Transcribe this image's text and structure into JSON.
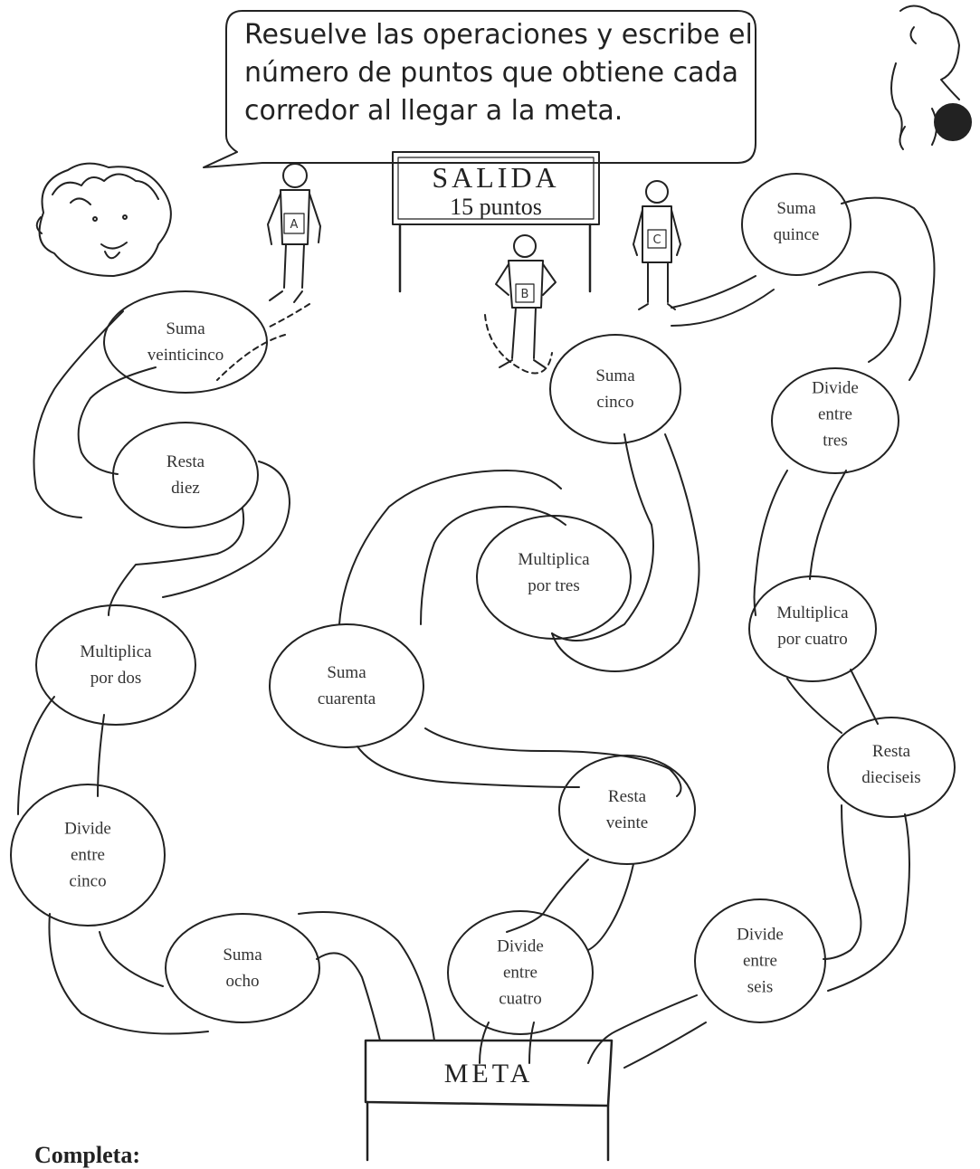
{
  "instruction": {
    "lines": [
      "Resuelve las operaciones y escribe el",
      "número de puntos que obtiene cada",
      "corredor al llegar a la meta."
    ]
  },
  "start": {
    "line1": "SALIDA",
    "line2": "15 puntos"
  },
  "finish": {
    "label": "META"
  },
  "runners": [
    "A",
    "B",
    "C"
  ],
  "operations": [
    {
      "id": "suma-veinticinco",
      "lines": [
        "Suma",
        "veinticinco"
      ]
    },
    {
      "id": "resta-diez",
      "lines": [
        "Resta",
        "diez"
      ]
    },
    {
      "id": "multiplica-por-dos",
      "lines": [
        "Multiplica",
        "por dos"
      ]
    },
    {
      "id": "divide-entre-cinco",
      "lines": [
        "Divide",
        "entre",
        "cinco"
      ]
    },
    {
      "id": "suma-ocho",
      "lines": [
        "Suma",
        "ocho"
      ]
    },
    {
      "id": "suma-cinco",
      "lines": [
        "Suma",
        "cinco"
      ]
    },
    {
      "id": "multiplica-por-tres",
      "lines": [
        "Multiplica",
        "por tres"
      ]
    },
    {
      "id": "suma-cuarenta",
      "lines": [
        "Suma",
        "cuarenta"
      ]
    },
    {
      "id": "resta-veinte",
      "lines": [
        "Resta",
        "veinte"
      ]
    },
    {
      "id": "divide-entre-cuatro",
      "lines": [
        "Divide",
        "entre",
        "cuatro"
      ]
    },
    {
      "id": "suma-quince",
      "lines": [
        "Suma",
        "quince"
      ]
    },
    {
      "id": "divide-entre-tres",
      "lines": [
        "Divide",
        "entre",
        "tres"
      ]
    },
    {
      "id": "multiplica-por-cuatro",
      "lines": [
        "Multiplica",
        "por cuatro"
      ]
    },
    {
      "id": "resta-dieciseis",
      "lines": [
        "Resta",
        "dieciseis"
      ]
    },
    {
      "id": "divide-entre-seis",
      "lines": [
        "Divide",
        "entre",
        "seis"
      ]
    }
  ],
  "footer": {
    "label": "Completa:"
  }
}
